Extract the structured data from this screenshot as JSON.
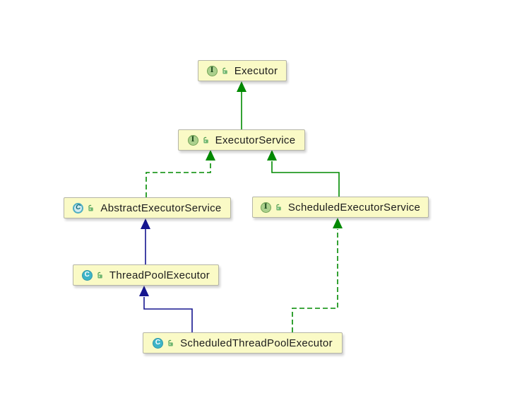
{
  "diagram": {
    "background_color": "#ffffff",
    "node_fill_color": "#fafac6",
    "node_border_color": "#b5b5a7",
    "interface_edge_color": "#008a00",
    "class_edge_color": "#16168f",
    "nodes": [
      {
        "id": "executor",
        "label": "Executor",
        "kind": "interface",
        "icon": "interface-icon",
        "icon_letter": "I",
        "visibility": "public"
      },
      {
        "id": "executor-service",
        "label": "ExecutorService",
        "kind": "interface",
        "icon": "interface-icon",
        "icon_letter": "I",
        "visibility": "public"
      },
      {
        "id": "abstract-executor-service",
        "label": "AbstractExecutorService",
        "kind": "abstract-class",
        "icon": "abstract-class-icon",
        "icon_letter": "C",
        "visibility": "public"
      },
      {
        "id": "scheduled-executor-service",
        "label": "ScheduledExecutorService",
        "kind": "interface",
        "icon": "interface-icon",
        "icon_letter": "I",
        "visibility": "public"
      },
      {
        "id": "thread-pool-executor",
        "label": "ThreadPoolExecutor",
        "kind": "class",
        "icon": "class-icon",
        "icon_letter": "C",
        "visibility": "public"
      },
      {
        "id": "scheduled-thread-pool-executor",
        "label": "ScheduledThreadPoolExecutor",
        "kind": "class",
        "icon": "class-icon",
        "icon_letter": "C",
        "visibility": "public"
      }
    ],
    "edges": [
      {
        "from": "ExecutorService",
        "to": "Executor",
        "relation": "extends",
        "line_style": "solid",
        "color": "#008a00"
      },
      {
        "from": "AbstractExecutorService",
        "to": "ExecutorService",
        "relation": "implements",
        "line_style": "dashed",
        "color": "#008a00"
      },
      {
        "from": "ScheduledExecutorService",
        "to": "ExecutorService",
        "relation": "extends",
        "line_style": "solid",
        "color": "#008a00"
      },
      {
        "from": "ThreadPoolExecutor",
        "to": "AbstractExecutorService",
        "relation": "extends",
        "line_style": "solid",
        "color": "#16168f"
      },
      {
        "from": "ScheduledThreadPoolExecutor",
        "to": "ThreadPoolExecutor",
        "relation": "extends",
        "line_style": "solid",
        "color": "#16168f"
      },
      {
        "from": "ScheduledThreadPoolExecutor",
        "to": "ScheduledExecutorService",
        "relation": "implements",
        "line_style": "dashed",
        "color": "#008a00"
      }
    ]
  }
}
